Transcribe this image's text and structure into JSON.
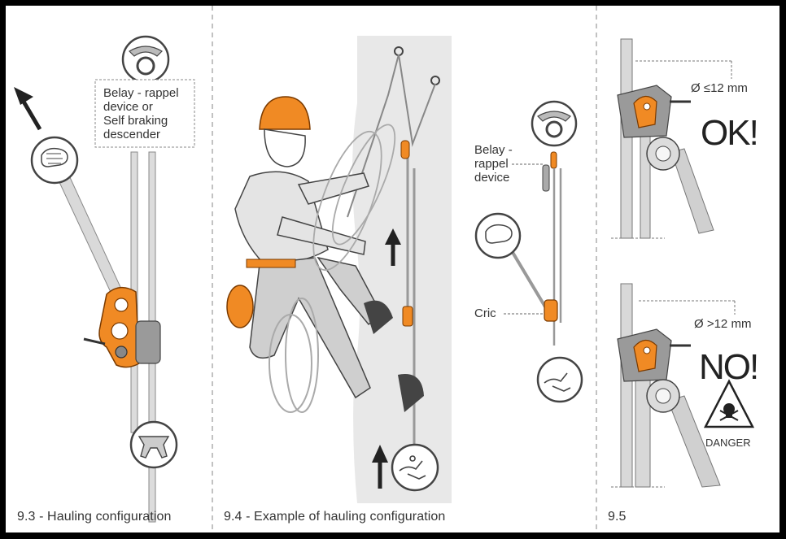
{
  "panels": {
    "p93": {
      "caption": "9.3 - Hauling configuration",
      "callout": {
        "line1": "Belay - rappel",
        "line2": "device or",
        "line3": "Self braking",
        "line4": "descender"
      }
    },
    "p94": {
      "caption": "9.4 - Example of hauling configuration",
      "label_belay_1": "Belay -",
      "label_belay_2": "rappel",
      "label_belay_3": "device",
      "label_cric": "Cric"
    },
    "p95": {
      "caption": "9.5",
      "top": {
        "diameter": "Ø ≤12 mm",
        "verdict": "OK!"
      },
      "bottom": {
        "diameter": "Ø >12 mm",
        "verdict": "NO!",
        "warning": "DANGER"
      }
    }
  },
  "colors": {
    "orange": "#f08a24",
    "rope": "#cfcfcf",
    "wall": "#e8e8e8",
    "ink": "#333333"
  },
  "icons": [
    "up-arrow-icon",
    "fist-icon",
    "anchor-ring-icon",
    "harness-icon",
    "climber-icon",
    "danger-skull-icon"
  ]
}
